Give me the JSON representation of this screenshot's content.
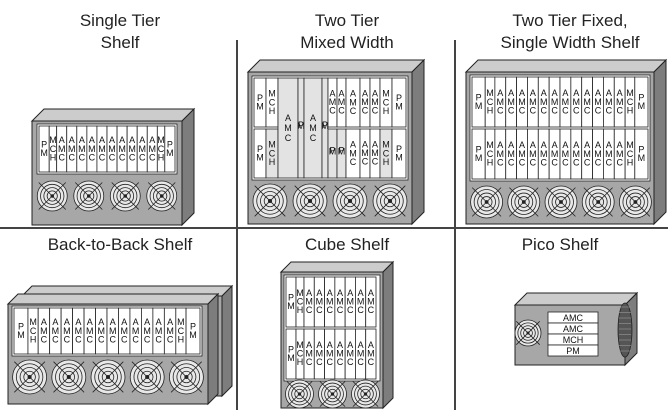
{
  "titles": {
    "single_tier": "Single Tier\nShelf",
    "two_tier_mixed": "Two Tier\nMixed Width",
    "two_tier_fixed": "Two Tier  Fixed,\nSingle Width Shelf",
    "back_to_back": "Back-to-Back Shelf",
    "cube": "Cube Shelf",
    "pico": "Pico Shelf"
  },
  "colors": {
    "chassis_front": "#a7a7a7",
    "chassis_top": "#cccccc",
    "chassis_side": "#7d7d7d",
    "slot_fill": "#ffffff",
    "slot_shade": "#e3e3e3",
    "line": "#222222"
  },
  "labels": {
    "pm": "P\nM",
    "mch": "M\nC\nH",
    "amc": "A\nM\nC",
    "amc_half": "A\nM\nC",
    "mch_half": "M\nC\nH",
    "pico_amc_1": "AMC",
    "pico_amc_2": "AMC",
    "pico_mch": "MCH",
    "pico_pm": "PM"
  },
  "fan_counts": {
    "single_tier": 4,
    "two_tier_mixed": 4,
    "two_tier_fixed": 5,
    "back_to_back": 5,
    "cube": 3,
    "pico": 1
  }
}
